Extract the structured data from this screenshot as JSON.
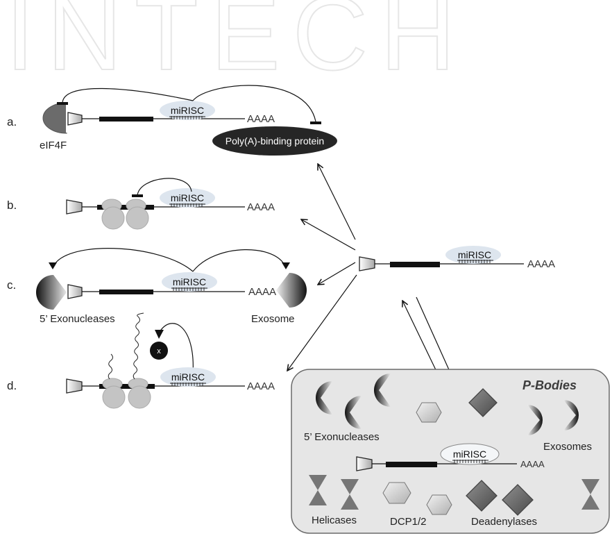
{
  "watermark": "INTECH",
  "rows": {
    "a": {
      "label": "a.",
      "factor_left": "eIF4F",
      "miRISC": "miRISC",
      "tail": "AAAA",
      "factor_right": "Poly(A)-binding protein"
    },
    "b": {
      "label": "b.",
      "miRISC": "miRISC",
      "tail": "AAAA"
    },
    "c": {
      "label": "c.",
      "miRISC": "miRISC",
      "tail": "AAAA",
      "enzyme_left": "5’ Exonucleases",
      "enzyme_right": "Exosome"
    },
    "d": {
      "label": "d.",
      "miRISC": "miRISC",
      "tail": "AAAA",
      "peptide_marker": "x"
    }
  },
  "center": {
    "miRISC": "miRISC",
    "tail": "AAAA"
  },
  "pbodies": {
    "title": "P-Bodies",
    "exonucleases": "5’ Exonucleases",
    "exosomes": "Exosomes",
    "miRISC": "miRISC",
    "tail": "AAAA",
    "helicases": "Helicases",
    "dcp": "DCP1/2",
    "deadenylases": "Deadenylases"
  },
  "colors": {
    "protein_dark": "#3a3a3a",
    "mirisc_fill": "#dde5ee",
    "ribosome": "#c4c4c4",
    "pbody_bg": "#e6e6e6",
    "pbody_border": "#6a6a6a",
    "diamond": "#6d6d6d"
  }
}
